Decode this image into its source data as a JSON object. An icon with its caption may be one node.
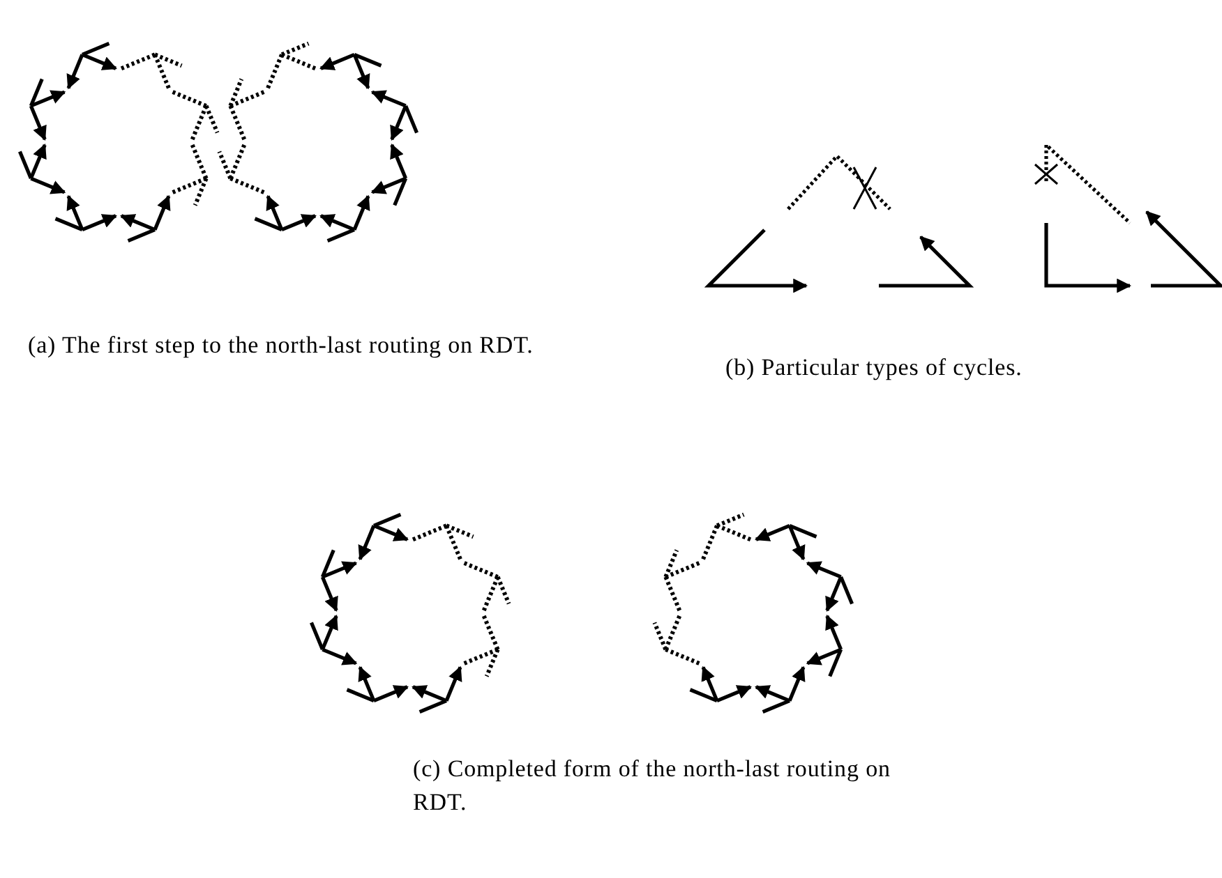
{
  "diagram": {
    "labels": [
      "(a) The first step to the north-last routing on RDT.",
      "(b) Particular types of cycles.",
      "(c) Completed form of the north-last routing on RDT."
    ]
  }
}
